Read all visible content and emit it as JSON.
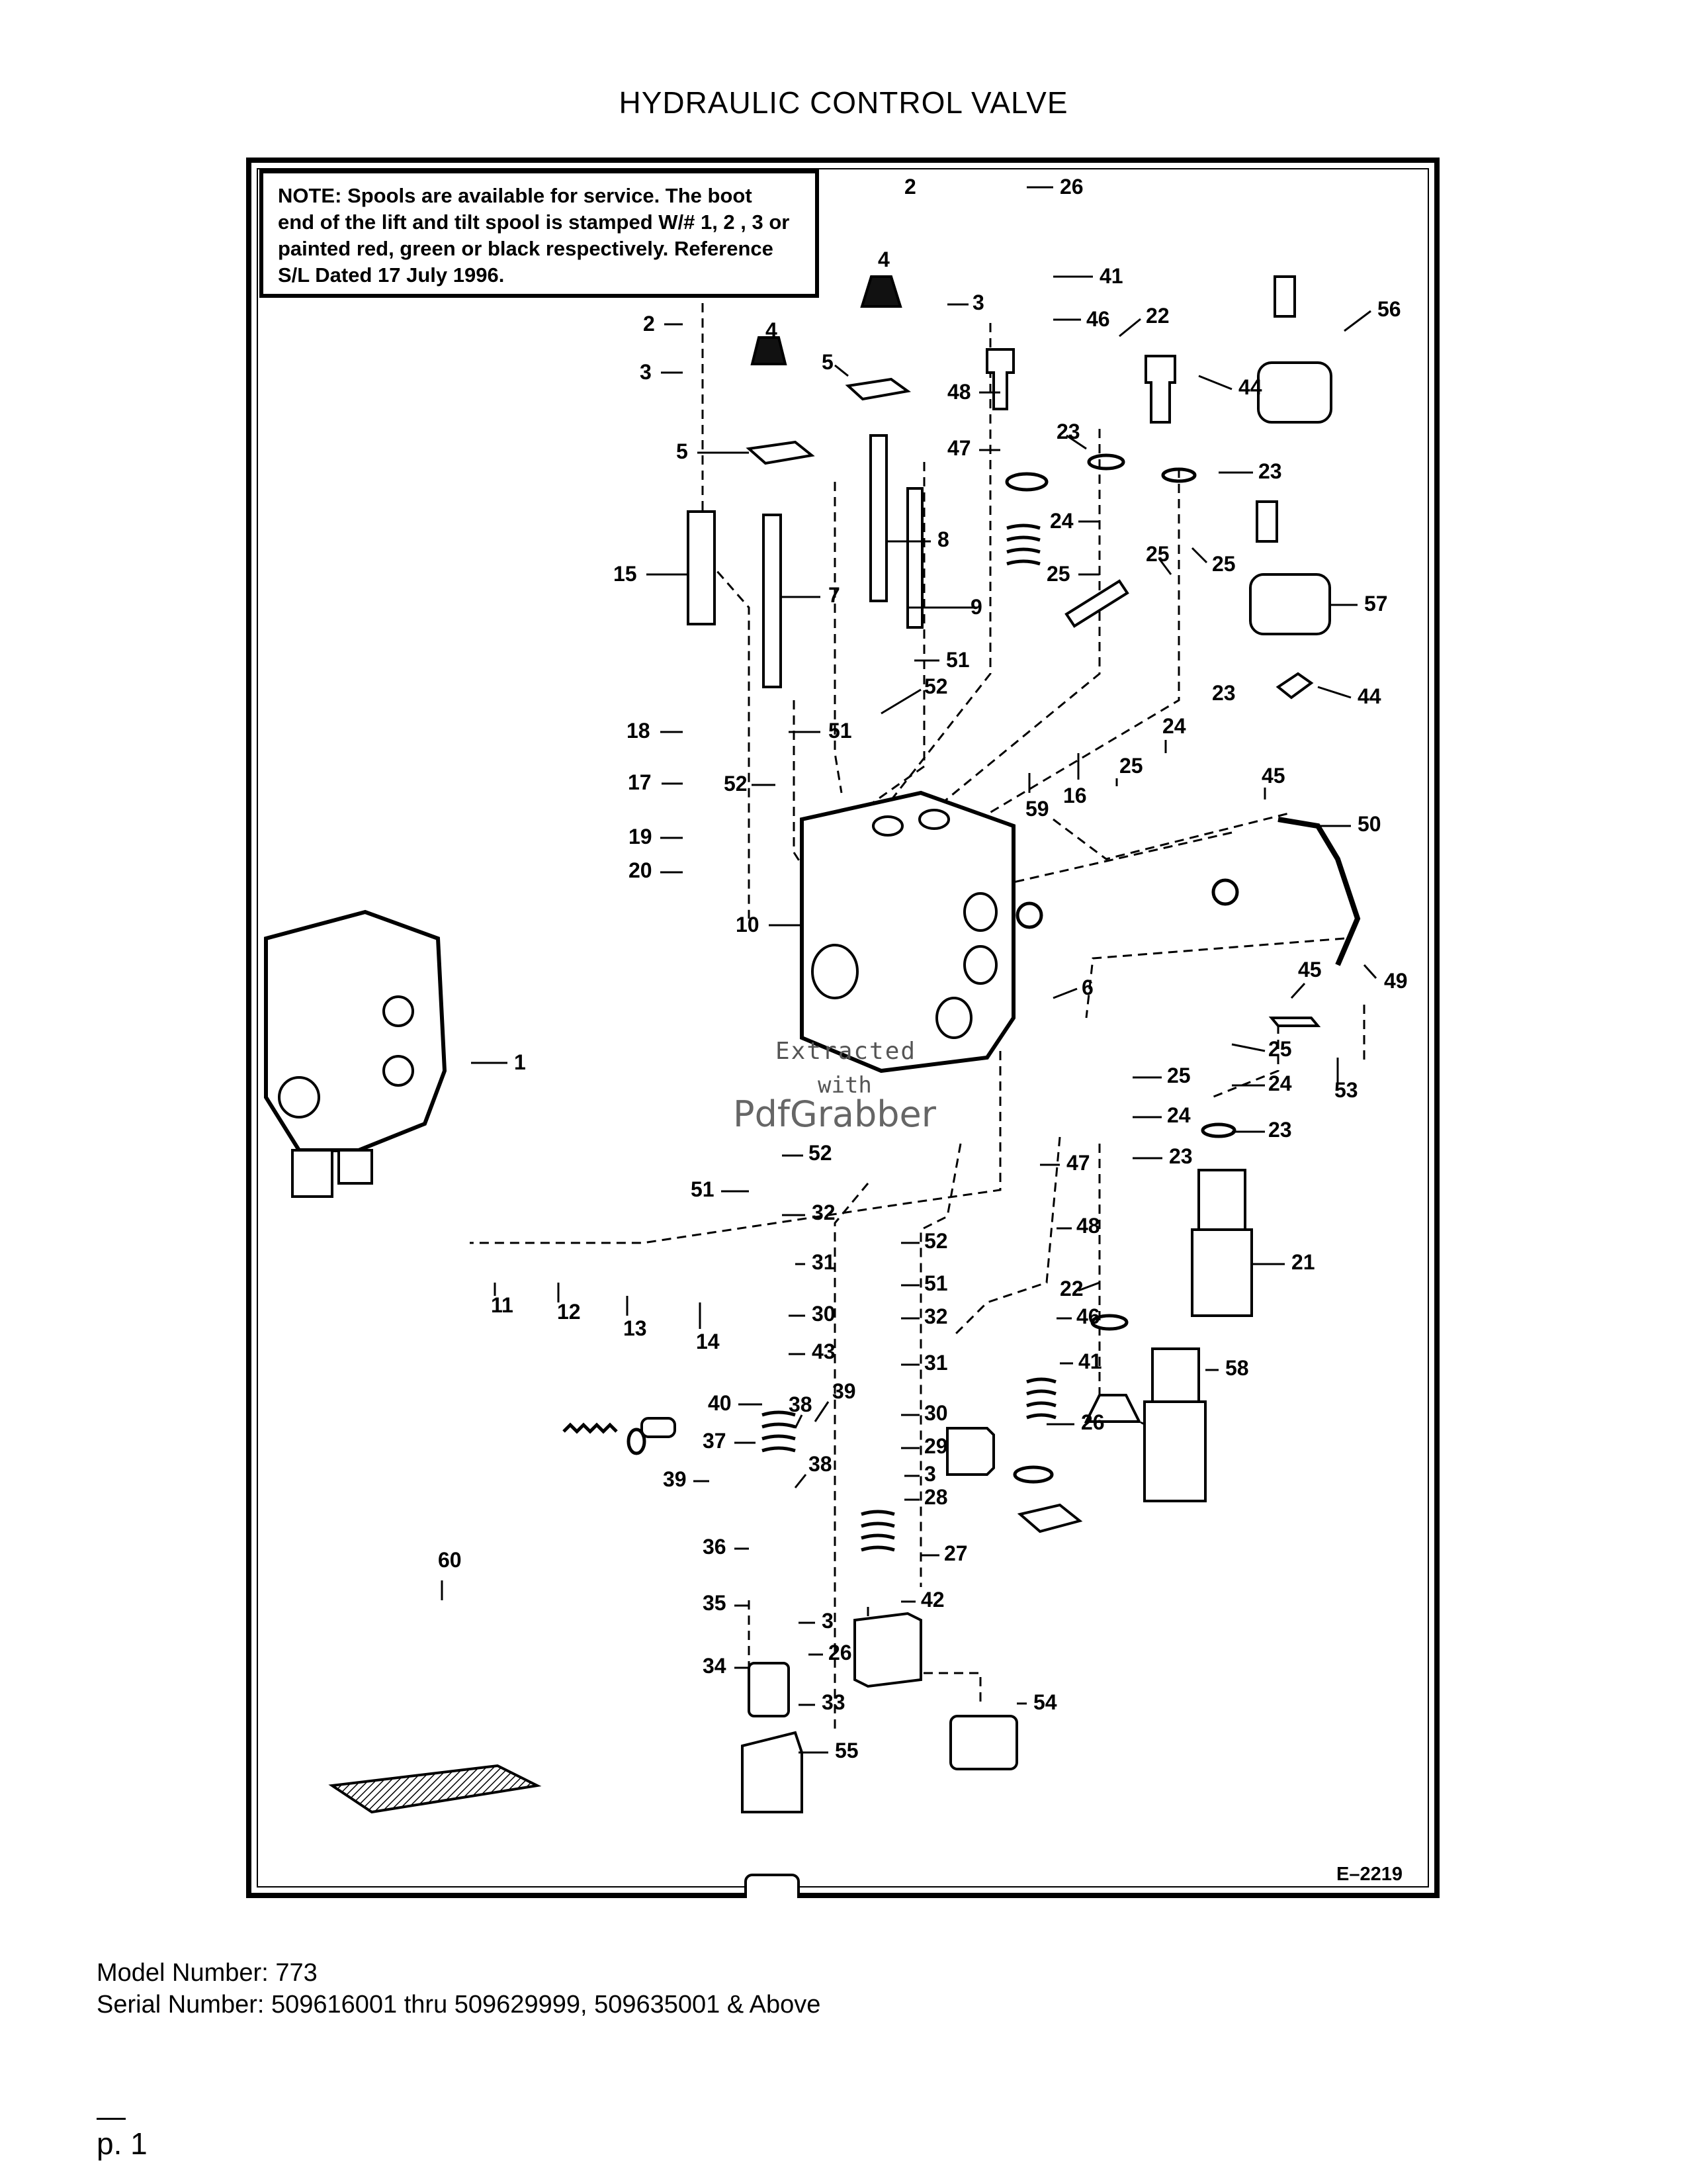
{
  "page": {
    "title": "HYDRAULIC CONTROL VALVE",
    "page_number": "p. 1"
  },
  "note": {
    "heading": "NOTE:",
    "lines": [
      "Spools are available for service.  The boot",
      "end of the lift and tilt spool is stamped W/# 1, 2 , 3 or",
      "painted red, green or black respectively.  Reference",
      "S/L Dated 17 July 1996."
    ]
  },
  "diagram": {
    "figure_code": "E–2219",
    "callouts": [
      "1",
      "2",
      "3",
      "4",
      "5",
      "6",
      "7",
      "8",
      "9",
      "10",
      "11",
      "12",
      "13",
      "14",
      "15",
      "16",
      "17",
      "18",
      "19",
      "20",
      "21",
      "22",
      "23",
      "24",
      "25",
      "26",
      "27",
      "28",
      "29",
      "30",
      "31",
      "32",
      "33",
      "34",
      "35",
      "36",
      "37",
      "38",
      "39",
      "40",
      "41",
      "42",
      "43",
      "44",
      "45",
      "46",
      "47",
      "48",
      "49",
      "50",
      "51",
      "52",
      "53",
      "54",
      "55",
      "56",
      "57",
      "58",
      "59",
      "60"
    ],
    "watermark": [
      "Extracted",
      "with",
      "PdfGrabber"
    ]
  },
  "footer": {
    "model": "Model Number: 773",
    "serial": "Serial Number: 509616001 thru 509629999, 509635001 & Above"
  }
}
